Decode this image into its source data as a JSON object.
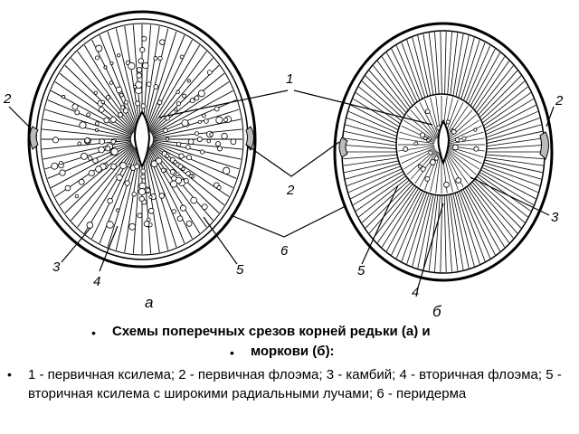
{
  "figure": {
    "labels": {
      "l1": "1",
      "l2_left": "2",
      "l2_right": "2",
      "l2_bottom": "2",
      "l3_left": "3",
      "l3_right": "3",
      "l4_left": "4",
      "l4_right": "4",
      "l5_left": "5",
      "l5_right": "5",
      "l6": "6",
      "a": "а",
      "b": "б"
    }
  },
  "caption": {
    "line1": "Схемы поперечных срезов корней редьки (а) и",
    "line2": "моркови (б):",
    "legend": "1 - первичная ксилема; 2 - первичная флоэма; 3 - камбий; 4 - вторичная флоэма; 5 - вторичная ксилема с широкими радиальными лучами; 6 - перидерма"
  }
}
